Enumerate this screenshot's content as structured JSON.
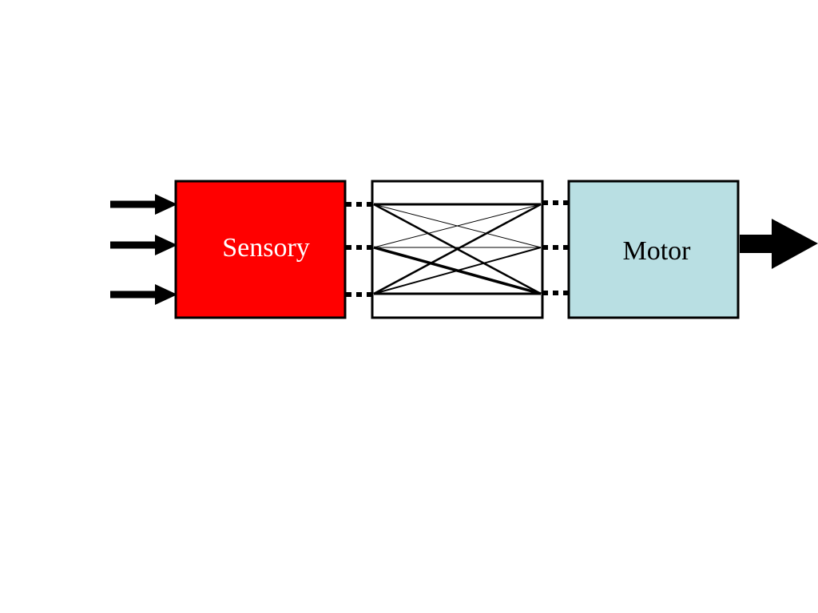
{
  "blocks": {
    "sensory": {
      "label": "Sensory",
      "fill": "#ff0000",
      "text_color": "#ffffff"
    },
    "hidden": {
      "label": "",
      "fill": "#ffffff"
    },
    "motor": {
      "label": "Motor",
      "fill": "#b9dfe3",
      "text_color": "#000000"
    }
  },
  "input_arrow_count": 3,
  "output_arrow_count": 1,
  "line_color": "#000000"
}
